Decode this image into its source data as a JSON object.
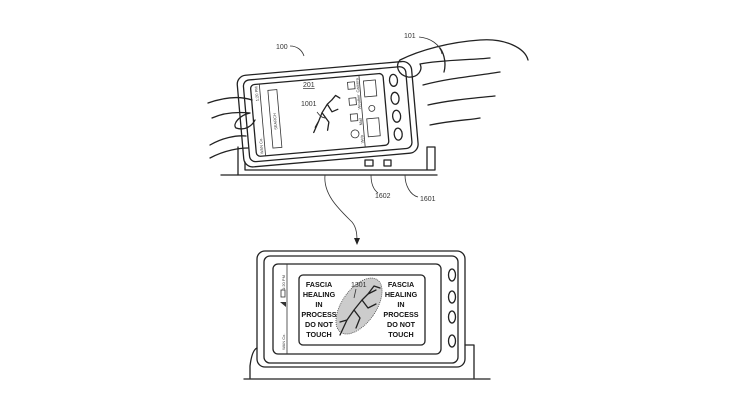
{
  "figure": {
    "labels": {
      "device": "100",
      "hand": "101",
      "screen": "201",
      "image": "1001",
      "connector": "1602",
      "dock": "1601",
      "fascia_region": "1301"
    },
    "top_screen": {
      "search_label": "SEARCH",
      "status_carrier": "WAN Co.",
      "status_time": "1:20 PM",
      "menu_labels": [
        "Web",
        "Mail",
        "Weather",
        "Camera"
      ]
    },
    "bottom_screen": {
      "status_carrier": "WAN Co.",
      "status_time": "1:20 PM",
      "warning_left": [
        "FASCIA",
        "HEALING",
        "IN",
        "PROCESS",
        "DO NOT",
        "TOUCH"
      ],
      "warning_right": [
        "FASCIA",
        "HEALING",
        "IN",
        "PROCESS",
        "DO NOT",
        "TOUCH"
      ]
    }
  }
}
